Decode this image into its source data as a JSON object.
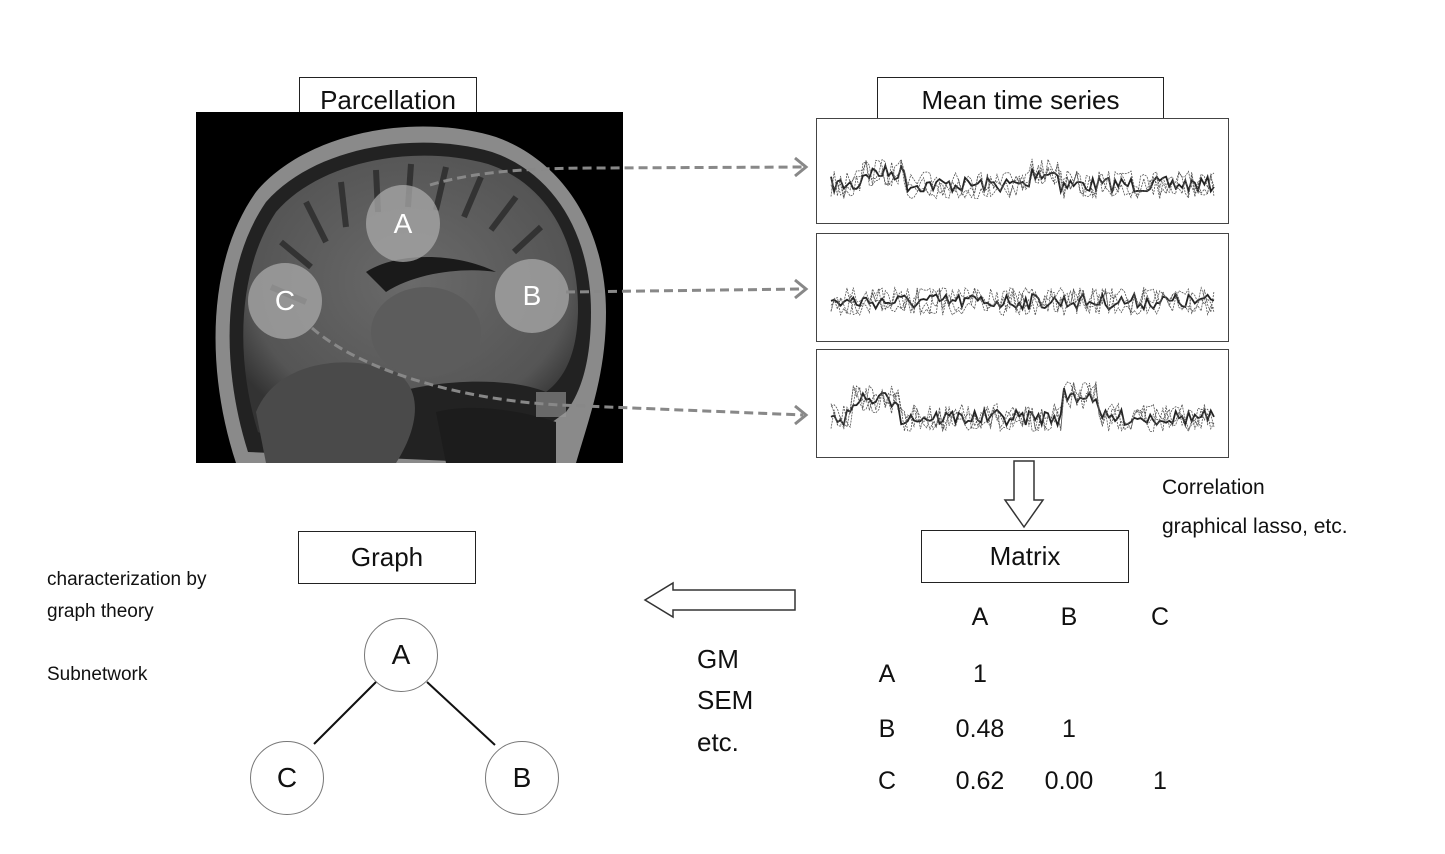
{
  "parcellation": {
    "title": "Parcellation",
    "regions": [
      "A",
      "B",
      "C"
    ]
  },
  "time_series": {
    "title": "Mean time series"
  },
  "method_note": {
    "line1": "Correlation",
    "line2": "graphical lasso, etc."
  },
  "matrix": {
    "title": "Matrix",
    "col_headers": [
      "A",
      "B",
      "C"
    ],
    "rows": [
      {
        "label": "A",
        "values": [
          "1",
          "",
          ""
        ]
      },
      {
        "label": "B",
        "values": [
          "0.48",
          "1",
          ""
        ]
      },
      {
        "label": "C",
        "values": [
          "0.62",
          "0.00",
          "1"
        ]
      }
    ]
  },
  "models": {
    "line1": "GM",
    "line2": "SEM",
    "line3": "etc."
  },
  "graph": {
    "title": "Graph",
    "nodes": [
      "A",
      "C",
      "B"
    ],
    "notes": {
      "line1": "characterization by",
      "line2": "graph theory",
      "line3": "Subnetwork"
    }
  }
}
